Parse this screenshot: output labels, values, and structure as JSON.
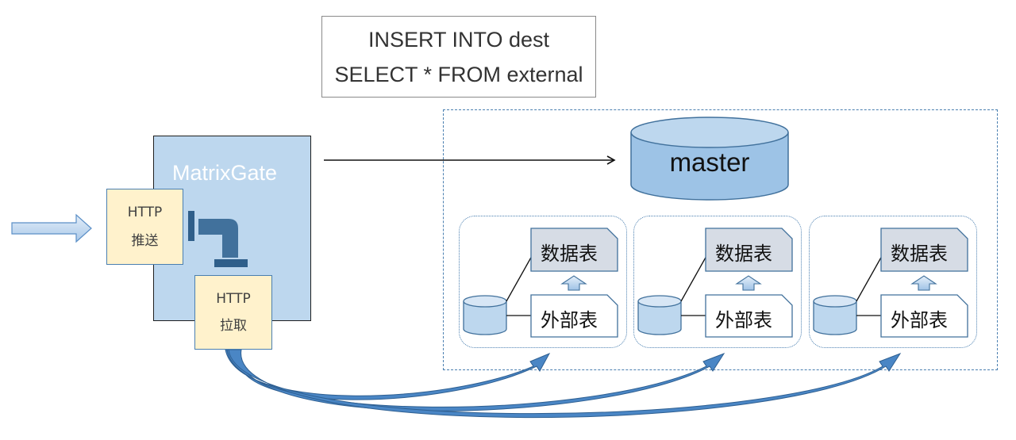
{
  "sql": {
    "line1": "INSERT INTO dest",
    "line2": "SELECT * FROM external"
  },
  "gate": {
    "title": "MatrixGate"
  },
  "http_push": {
    "protocol": "HTTP",
    "mode": "推送"
  },
  "http_pull": {
    "protocol": "HTTP",
    "mode": "拉取"
  },
  "master": {
    "label": "master"
  },
  "segments": [
    {
      "data_table": "数据表",
      "external_table": "外部表"
    },
    {
      "data_table": "数据表",
      "external_table": "外部表"
    },
    {
      "data_table": "数据表",
      "external_table": "外部表"
    }
  ],
  "colors": {
    "gate_fill": "#bdd7ee",
    "http_fill": "#fff2cc",
    "master_fill": "#9dc3e6",
    "data_table_fill": "#d6dce5",
    "accent_blue": "#4a7fb0",
    "flow_arrow": "#4a86c5"
  }
}
